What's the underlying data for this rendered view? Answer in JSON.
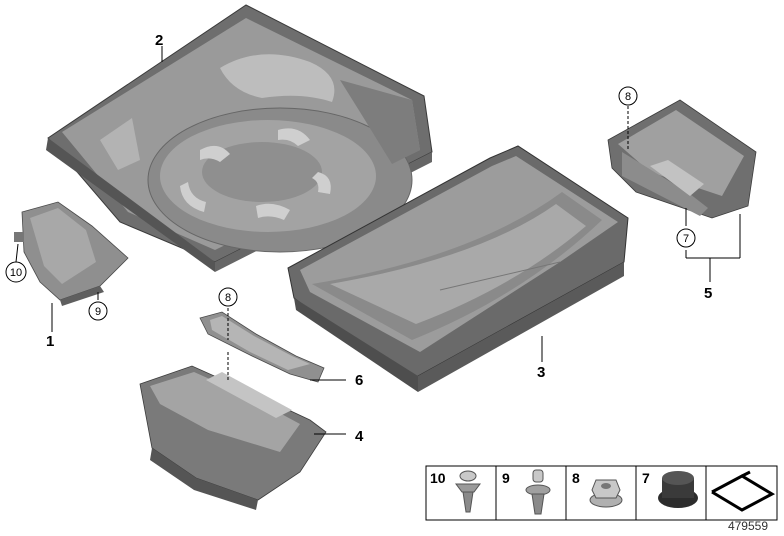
{
  "callouts": {
    "c1": "1",
    "c2": "2",
    "c3": "3",
    "c4": "4",
    "c5": "5",
    "c6": "6",
    "c7": "7",
    "c8a": "8",
    "c8b": "8",
    "c9": "9",
    "c10": "10"
  },
  "legend": {
    "items": [
      {
        "number": "10",
        "icon": "push-rivet-icon"
      },
      {
        "number": "9",
        "icon": "expanding-rivet-icon"
      },
      {
        "number": "8",
        "icon": "hex-nut-icon"
      },
      {
        "number": "7",
        "icon": "rubber-buffer-icon"
      },
      {
        "number": "",
        "icon": "floor-mat-icon"
      }
    ]
  },
  "reference_number": "479559",
  "colors": {
    "part_fill": "#8c8c8c",
    "part_dark": "#5e5e5e",
    "part_light": "#b8b8b8",
    "line": "#000000"
  }
}
